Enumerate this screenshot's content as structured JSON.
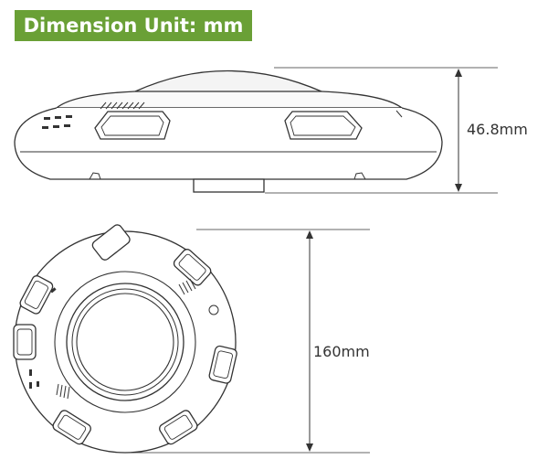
{
  "banner": {
    "text": "Dimension Unit: mm",
    "color": "#6aa036"
  },
  "side_view": {
    "height_label": "46.8mm"
  },
  "top_view": {
    "diameter_label": "160mm"
  },
  "line_color": "#333333"
}
